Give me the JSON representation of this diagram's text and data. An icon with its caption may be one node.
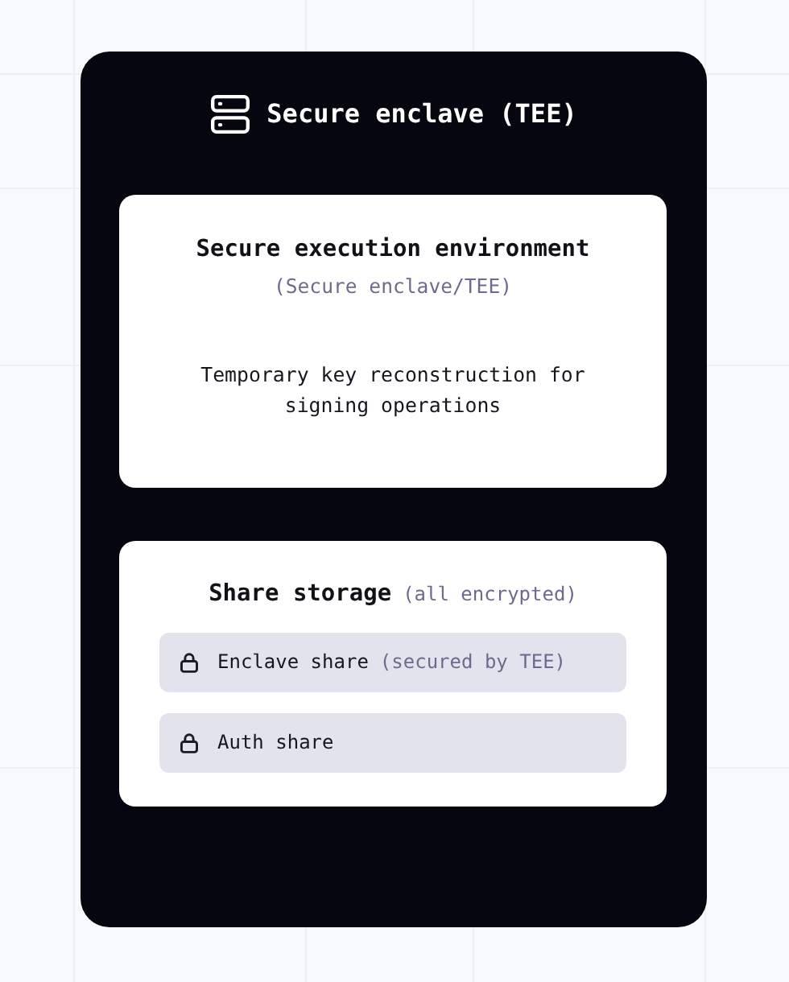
{
  "diagram": {
    "nodes": [
      {
        "text": [
          "Secure enclave (TEE)"
        ]
      },
      {
        "text": [
          "Secure execution environment",
          "(Secure enclave/TEE)",
          "Temporary key reconstruction for signing operations"
        ],
        "in": 0
      },
      {
        "text": [
          "Share storage",
          "(all encrypted)"
        ],
        "in": 0
      },
      {
        "text": [
          "Enclave share",
          "(secured by TEE)"
        ],
        "in": 2
      },
      {
        "text": [
          "Auth share"
        ],
        "in": 2
      }
    ]
  }
}
